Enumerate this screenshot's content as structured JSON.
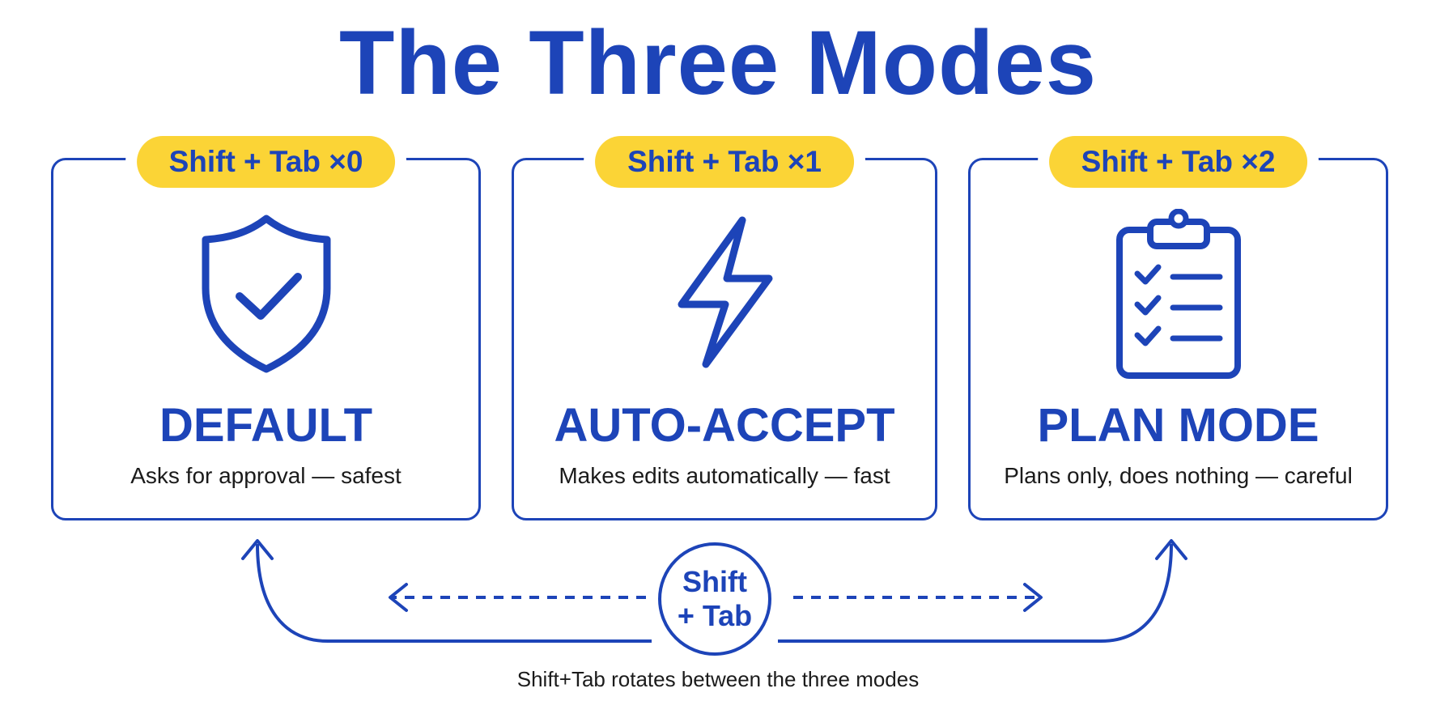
{
  "title": "The Three Modes",
  "modes": [
    {
      "shortcut": "Shift + Tab ×0",
      "name": "DEFAULT",
      "description": "Asks for approval — safest",
      "icon": "shield-check-icon"
    },
    {
      "shortcut": "Shift + Tab ×1",
      "name": "AUTO-ACCEPT",
      "description": "Makes edits automatically — fast",
      "icon": "lightning-bolt-icon"
    },
    {
      "shortcut": "Shift + Tab ×2",
      "name": "PLAN MODE",
      "description": "Plans only, does nothing — careful",
      "icon": "clipboard-checklist-icon"
    }
  ],
  "hub": {
    "line1": "Shift",
    "line2": "+ Tab"
  },
  "caption": "Shift+Tab rotates between the three modes",
  "colors": {
    "primary": "#1d44b8",
    "pill": "#fbd436",
    "text": "#1b1b1b",
    "background": "#ffffff"
  }
}
